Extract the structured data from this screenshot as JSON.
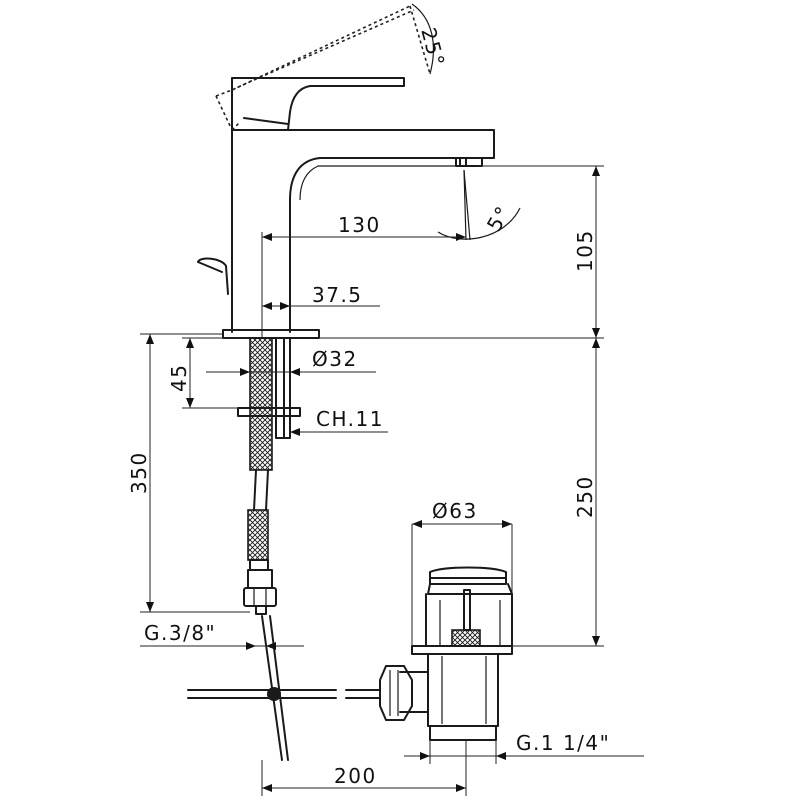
{
  "dimensions": {
    "handle_angle": "25°",
    "spout_angle": "5°",
    "spout_reach": "130",
    "spout_height": "105",
    "base_offset": "37.5",
    "base_diameter": "Ø32",
    "thread_length": "45",
    "nut_spanner": "CH.11",
    "hose_length": "350",
    "waste_height": "250",
    "waste_diameter": "Ø63",
    "hose_connection": "G.3/8\"",
    "waste_connection": "G.1 1/4\"",
    "rod_length": "200"
  }
}
